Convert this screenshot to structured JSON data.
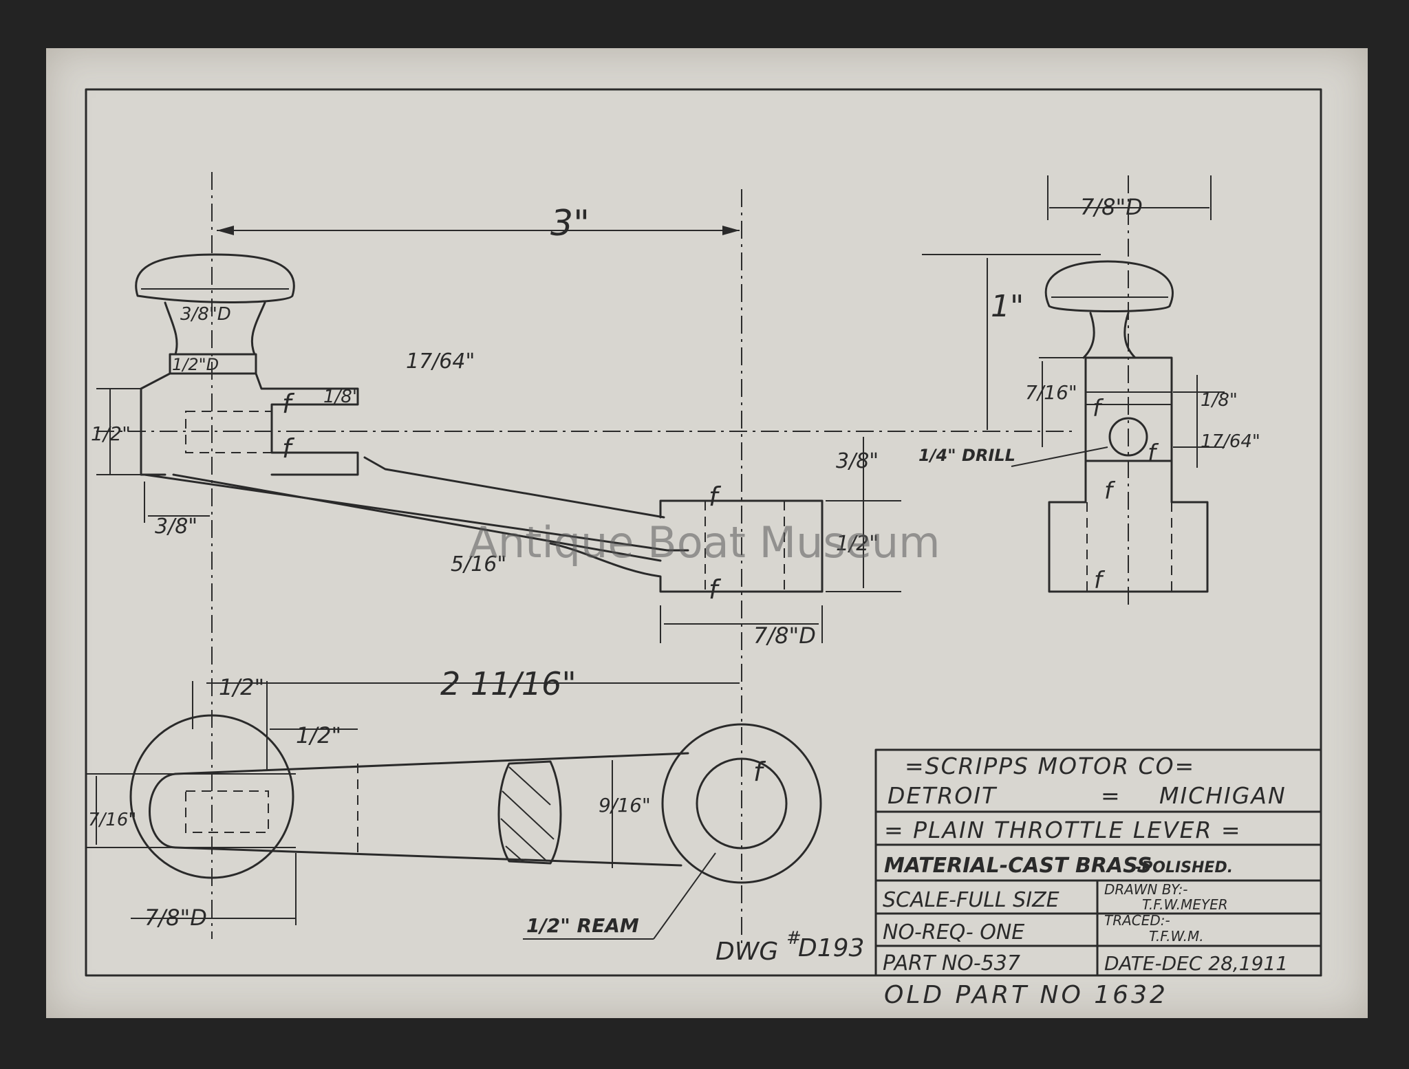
{
  "watermark": "Antique Boat Museum",
  "title_block": {
    "company": "=SCRIPPS MOTOR CO=",
    "city": "DETROIT",
    "separator": "=",
    "state": "MICHIGAN",
    "part_name": "= PLAIN THROTTLE LEVER =",
    "material": "MATERIAL-CAST BRASS",
    "finish": "-POLISHED.",
    "scale": "SCALE-FULL SIZE",
    "drawn_by_label": "DRAWN BY:-",
    "drawn_by": "T.F.W.MEYER",
    "no_req": "NO-REQ- ONE",
    "traced_label": "TRACED:-",
    "traced_by": "T.F.W.M.",
    "part_no": "PART NO-537",
    "date": "DATE-DEC 28,1911"
  },
  "old_part_no": "OLD PART NO 1632",
  "drawing_no_prefix": "DWG",
  "drawing_no_mark": "#",
  "drawing_no": "D193",
  "dimensions": {
    "overall_length": "3\"",
    "knob_diameter_side": "7/8\"D",
    "knob_height": "1\"",
    "stem_3_8_d": "3/8\"D",
    "stem_1_2_d": "1/2\"D",
    "slot_17_64": "17/64\"",
    "slot_1_8": "1/8\"",
    "hub_1_2": "1/2\"",
    "offset_3_8": "3/8\"",
    "arm_5_16": "5/16\"",
    "boss_3_8": "3/8\"",
    "boss_1_2": "1/2\"",
    "boss_7_8_d": "7/8\"D",
    "side_7_16": "7/16\"",
    "side_1_8": "1/8\"",
    "side_17_64": "17/64\"",
    "drill": "1/4\" DRILL",
    "plan_1_2_a": "1/2\"",
    "plan_1_2_b": "1/2\"",
    "plan_2_11_16": "2 11/16\"",
    "plan_7_16": "7/16\"",
    "plan_9_16": "9/16\"",
    "plan_7_8_d": "7/8\"D",
    "ream": "1/2\" REAM",
    "finish_mark": "f"
  }
}
